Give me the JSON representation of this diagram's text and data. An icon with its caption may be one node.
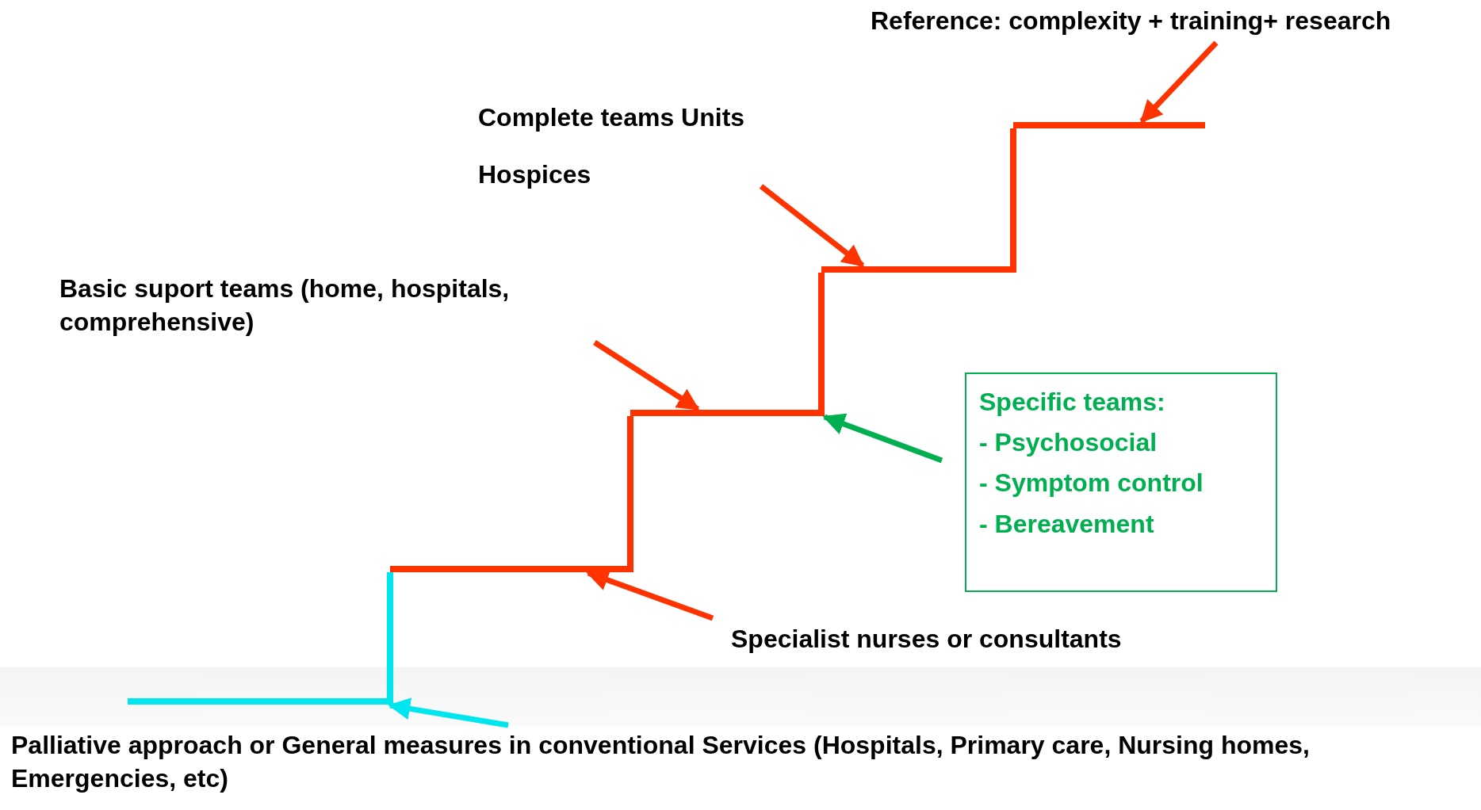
{
  "diagram": {
    "nodes": [
      {
        "text": [
          "Reference: complexity + training+ research"
        ]
      },
      {
        "text": [],
        "shape": "bar"
      },
      {
        "text": [
          "Complete teams Units",
          "Hospices"
        ]
      },
      {
        "text": [],
        "shape": "bar"
      },
      {
        "text": [
          "Basic suport teams (home, hospitals, comprehensive)"
        ]
      },
      {
        "text": [],
        "shape": "bar"
      },
      {
        "text": [
          "Specific teams:",
          "- Psychosocial",
          "- Symptom control",
          "- Bereavement"
        ]
      },
      {
        "text": [],
        "shape": "bar"
      },
      {
        "text": [
          "Specialist nurses or consultants"
        ]
      },
      {
        "text": [],
        "shape": "bar"
      },
      {
        "text": [
          "Palliative approach or General measures in conventional Services (Hospitals, Primary care, Nursing homes, Emergencies, etc)"
        ]
      }
    ],
    "edges": [
      {
        "from": 0,
        "to": 1,
        "arrow": "to"
      },
      {
        "from": 2,
        "to": 3,
        "arrow": "to"
      },
      {
        "from": 4,
        "to": 5,
        "arrow": "to"
      },
      {
        "from": 6,
        "to": 5,
        "arrow": "to",
        "color": "#00b050"
      },
      {
        "from": 8,
        "to": 7,
        "arrow": "to"
      },
      {
        "from": 10,
        "to": 9,
        "arrow": "to",
        "color": "#00e5ee"
      }
    ]
  }
}
